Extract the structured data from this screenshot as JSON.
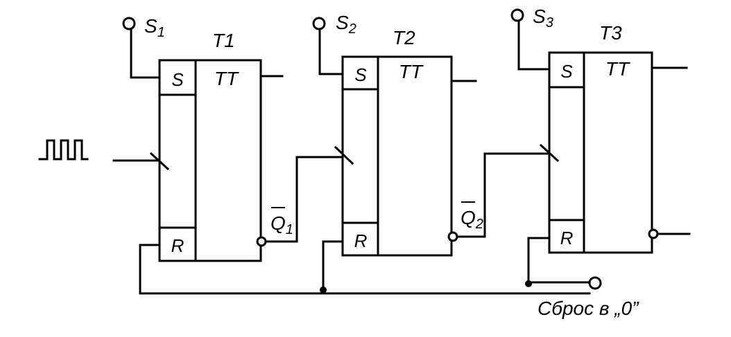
{
  "set_inputs": [
    {
      "letter": "S",
      "index": "1"
    },
    {
      "letter": "S",
      "index": "2"
    },
    {
      "letter": "S",
      "index": "3"
    }
  ],
  "flipflops": [
    {
      "name": "T1",
      "type_label": "TT",
      "set_label": "S",
      "reset_label": "R"
    },
    {
      "name": "T2",
      "type_label": "TT",
      "set_label": "S",
      "reset_label": "R"
    },
    {
      "name": "T3",
      "type_label": "TT",
      "set_label": "S",
      "reset_label": "R"
    }
  ],
  "outputs": [
    {
      "letter": "Q",
      "index": "1"
    },
    {
      "letter": "Q",
      "index": "2"
    }
  ],
  "reset_label": "Сброс в „0”"
}
